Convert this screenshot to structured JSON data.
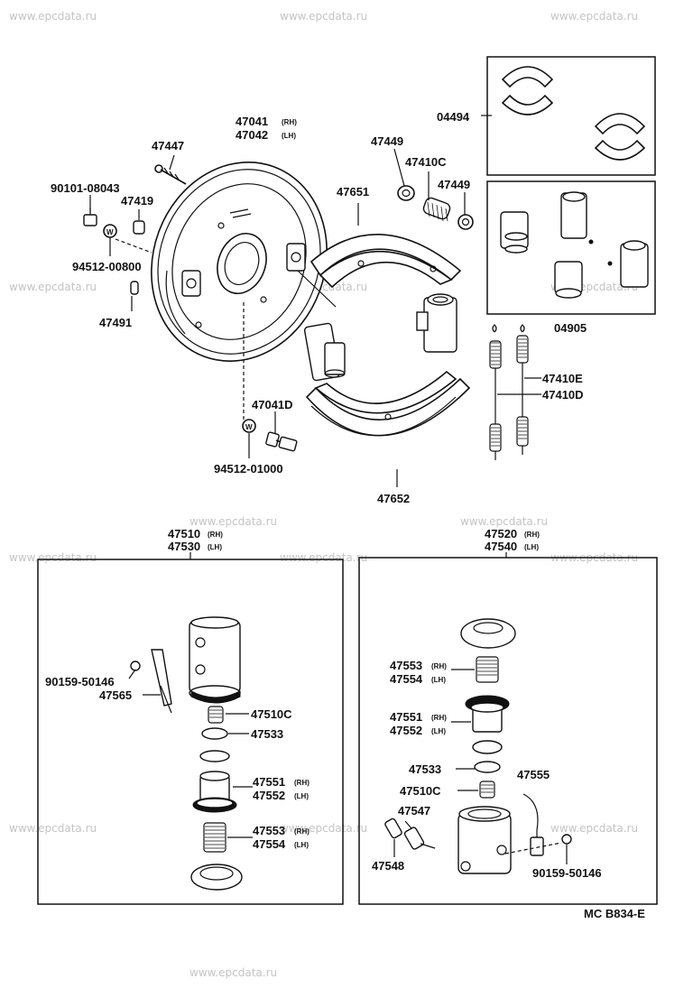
{
  "watermarks": [
    "www.epcdata.ru",
    "www.epcdata.ru",
    "www.epcdata.ru",
    "www.epcdata.ru",
    "www.epcdata.ru",
    "www.epcdata.ru",
    "www.epcdata.ru",
    "www.epcdata.ru",
    "www.epcdata.ru",
    "www.epcdata.ru",
    "www.epcdata.ru",
    "www.epcdata.ru",
    "www.epcdata.ru",
    "www.epcdata.ru",
    "www.epcdata.ru"
  ],
  "labels": {
    "p47041": "47041",
    "p47041_side": "(RH)",
    "p47042": "47042",
    "p47042_side": "(LH)",
    "p47447": "47447",
    "p90101": "90101-08043",
    "p47419": "47419",
    "p94512a": "94512-00800",
    "p47491": "47491",
    "p47449a": "47449",
    "p47410c": "47410C",
    "p47449b": "47449",
    "p47651": "47651",
    "p04494": "04494",
    "p04905": "04905",
    "p47410e": "47410E",
    "p47410d": "47410D",
    "p47041d": "47041D",
    "p94512b": "94512-01000",
    "p47652": "47652"
  },
  "left_box": {
    "title1": "47510",
    "title1_side": "(RH)",
    "title2": "47530",
    "title2_side": "(LH)",
    "p90159": "90159-50146",
    "p47565": "47565",
    "p47510c": "47510C",
    "p47533": "47533",
    "p47551": "47551",
    "p47551_side": "(RH)",
    "p47552": "47552",
    "p47552_side": "(LH)",
    "p47553": "47553",
    "p47553_side": "(RH)",
    "p47554": "47554",
    "p47554_side": "(LH)"
  },
  "right_box": {
    "title1": "47520",
    "title1_side": "(RH)",
    "title2": "47540",
    "title2_side": "(LH)",
    "p47553": "47553",
    "p47553_side": "(RH)",
    "p47554": "47554",
    "p47554_side": "(LH)",
    "p47551": "47551",
    "p47551_side": "(RH)",
    "p47552": "47552",
    "p47552_side": "(LH)",
    "p47533": "47533",
    "p47510c": "47510C",
    "p47555": "47555",
    "p47547": "47547",
    "p47548": "47548",
    "p90159": "90159-50146"
  },
  "footer": {
    "code": "MC  B834-E"
  }
}
